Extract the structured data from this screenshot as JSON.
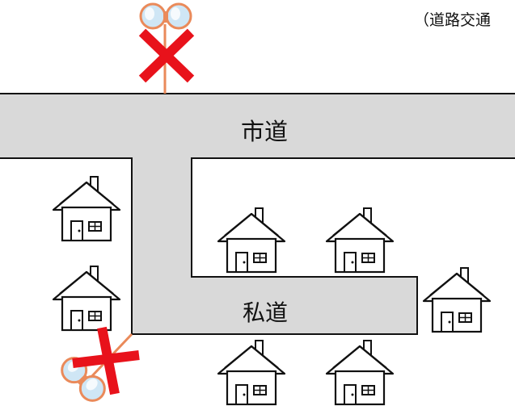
{
  "note": "（道路交通",
  "roads": {
    "city": {
      "label": "市道",
      "fill": "#d9d9d9",
      "stroke": "#111111"
    },
    "private": {
      "label": "私道",
      "fill": "#d9d9d9",
      "stroke": "#111111"
    }
  },
  "houses": [
    {
      "name": "house-left-upper"
    },
    {
      "name": "house-left-lower"
    },
    {
      "name": "house-mid-upper"
    },
    {
      "name": "house-mid-lower"
    },
    {
      "name": "house-right-upper"
    },
    {
      "name": "house-right-lower"
    },
    {
      "name": "house-far-right"
    }
  ],
  "mirrors": [
    {
      "name": "curve-mirror-top",
      "status": "prohibited"
    },
    {
      "name": "curve-mirror-bottom-left",
      "status": "prohibited"
    }
  ],
  "colors": {
    "prohibited_mark": "#e8121b",
    "mirror_frame": "#ea8a5a",
    "mirror_lens": "#cfe6f5",
    "house_line": "#111111"
  }
}
